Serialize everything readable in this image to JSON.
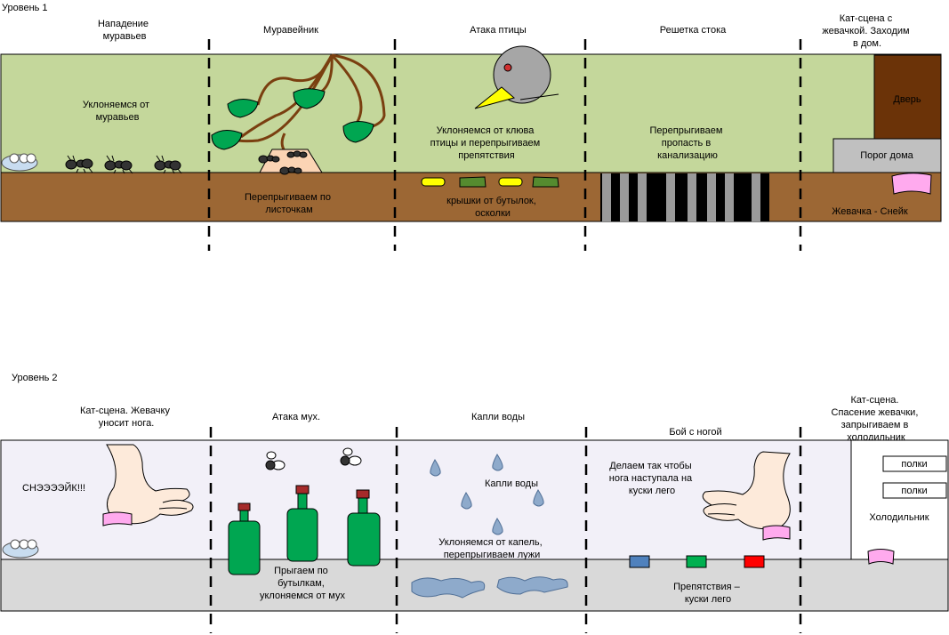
{
  "level1": {
    "title": "Уровень 1",
    "headers": [
      [
        "Нападение",
        "муравьев"
      ],
      [
        "Муравейник"
      ],
      [
        "Атака птицы"
      ],
      [
        "Решетка стока"
      ],
      [
        "Кат-сцена с",
        "жевачкой. Заходим",
        "в дом."
      ]
    ],
    "notes": {
      "ants": [
        "Уклоняемся от",
        "муравьев"
      ],
      "leaves": [
        "Перепрыгиваем по",
        "листочкам"
      ],
      "bird": [
        "Уклоняемся от клюва",
        "птицы и перепрыгиваем",
        "препятствия"
      ],
      "caps": [
        "крышки от бутылок,",
        "осколки"
      ],
      "grate": [
        "Перепрыгиваем",
        "пропасть в",
        "канализацию"
      ],
      "door": "Дверь",
      "threshold": "Порог дома",
      "gum": "Жевачка - Снейк"
    }
  },
  "level2": {
    "title": "Уровень 2",
    "headers": [
      [
        "Кат-сцена. Жевачку",
        "уносит нога."
      ],
      [
        "Атака мух."
      ],
      [
        "Капли воды"
      ],
      [
        "Бой с ногой"
      ],
      [
        "Кат-сцена.",
        "Спасение жевачки,",
        "запрыгиваем в",
        "холодильник"
      ]
    ],
    "notes": {
      "shout": "СНЭЭЭЭЙК!!!",
      "bottles": [
        "Прыгаем по",
        "бутылкам,",
        "уклоняемся от мух"
      ],
      "drops_label": "Капли воды",
      "drops": [
        "Уклоняемся от капель,",
        "перепрыгиваем лужи"
      ],
      "foot": [
        "Делаем так чтобы",
        "нога наступала на",
        "куски лего"
      ],
      "lego": [
        "Препятствия –",
        "куски лего"
      ],
      "shelf1": "полки",
      "shelf2": "полки",
      "fridge": "Холодильник"
    }
  },
  "colors": {
    "grass": "#c4d79b",
    "soil": "#9c6734",
    "leaf": "#00a651",
    "door": "#6b3308",
    "threshold": "#c0c0c0",
    "gum": "#ffaaee",
    "room": "#f2f0f8",
    "floor": "#d9d9d9",
    "bottle": "#00a651",
    "cap": "#a52a2a",
    "water": "#8eaacb",
    "lego": [
      "#4f81bd",
      "#00b050",
      "#ff0000"
    ]
  }
}
